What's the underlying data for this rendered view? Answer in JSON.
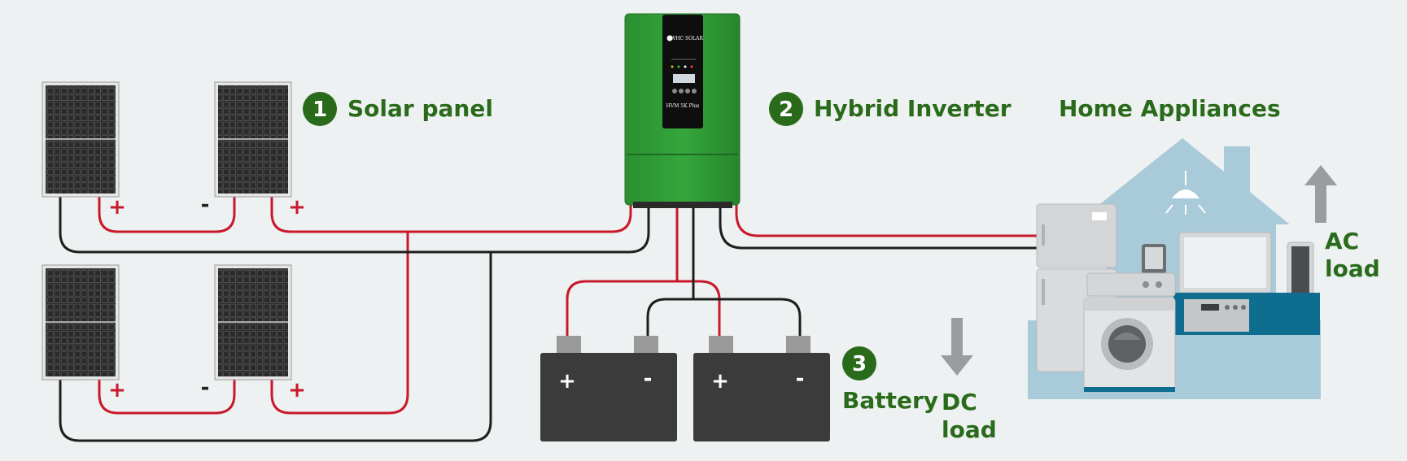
{
  "labels": {
    "solar": {
      "number": "1",
      "text": "Solar panel"
    },
    "inverter": {
      "number": "2",
      "text": "Hybrid Inverter"
    },
    "battery": {
      "number": "3",
      "text": "Battery"
    },
    "appliances": {
      "text": "Home Appliances"
    },
    "ac_load": {
      "line1": "AC",
      "line2": "load"
    },
    "dc_load": {
      "line1": "DC",
      "line2": "load"
    }
  },
  "inverter": {
    "brand": "WHC SOLAR",
    "model": "HVM 5K Plus"
  },
  "polarity": {
    "plus": "+",
    "minus": "-"
  },
  "colors": {
    "background": "#eef1f1",
    "label_green": "#2a6b1b",
    "inverter_green": "#2f9a36",
    "wire_red": "#c8192a",
    "wire_black": "#1e1e1e",
    "battery": "#3b3b3b",
    "house": "#a9cbd9"
  },
  "icons": {
    "ac_load": "arrow-up-icon",
    "dc_load": "arrow-down-icon",
    "ceiling_lamp": "lamp-icon"
  }
}
